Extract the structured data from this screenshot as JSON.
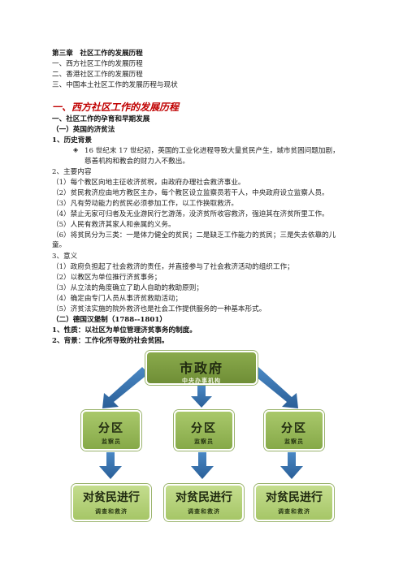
{
  "toc": {
    "title": "第三章　社区工作的发展历程",
    "items": [
      "一、西方社区工作的发展历程",
      "二、香港社区工作的发展历程",
      "三、中国本土社区工作的发展历程与现状"
    ]
  },
  "section1": {
    "heading": "一、西方社区工作的发展历程",
    "sub1": "一、社区工作的孕育和早期发展",
    "sub_a": "（一）英国的济贫法",
    "bg_title": "1、历史背景",
    "bg_text": "16 世纪末 17 世纪初，英国的工业化进程导致大量贫民产生，城市贫困问题加剧，慈善机构和教会的财力入不敷出。",
    "content_title": "2、主要内容",
    "content_items": [
      "（1）每个教区向地主征收济贫税，由政府办理社会救济事业。",
      "（2）贫民救济应由地方教区主办，每个教区设立监察员若干人，中央政府设立监察人员。",
      "（3）凡有劳动能力的贫民必须参加工作，以工作换取救济。",
      "（4）禁止无家可归者及无业游民行乞游荡，没济贫所收容救济，强迫其在济贫所里工作。",
      "（5）人民有救济其家人和亲属的义务。",
      "（6）将贫民分为三类：一是体力健全的贫民；二是缺乏工作能力的贫民；三是失去依靠的儿童。"
    ],
    "meaning_title": "3、意义",
    "meaning_items": [
      "（1）政府负担起了社会救济的责任，并直接参与了社会救济活动的组织工作；",
      "（2）以教区为单位推行济贫事务；",
      "（3）从立法的角度确立了助人自助的救助原则；",
      "（4）确定由专门人员从事济贫救助活动；",
      "（5）济贫法实施的院外救济也是社会工作提供服务的一种基本形式。"
    ],
    "sub_b": "（二）德国汉堡制（1788--1801）",
    "nature": "1、性质：以社区为单位管理济贫事务的制度。",
    "background": "2、背景：工作化所导致的社会贫困。"
  },
  "diagram": {
    "top": {
      "title": "市政府",
      "sub": "中央办事机构"
    },
    "districts": [
      {
        "title": "分区",
        "sub": "监察员"
      },
      {
        "title": "分区",
        "sub": "监察员"
      },
      {
        "title": "分区",
        "sub": "监察员"
      }
    ],
    "actions": [
      {
        "title": "对贫民进行",
        "sub": "调查和救济"
      },
      {
        "title": "对贫民进行",
        "sub": "调查和救济"
      },
      {
        "title": "对贫民进行",
        "sub": "调查和救济"
      }
    ],
    "colors": {
      "arrow": "#2e6da8",
      "box": "#8fb052"
    }
  }
}
